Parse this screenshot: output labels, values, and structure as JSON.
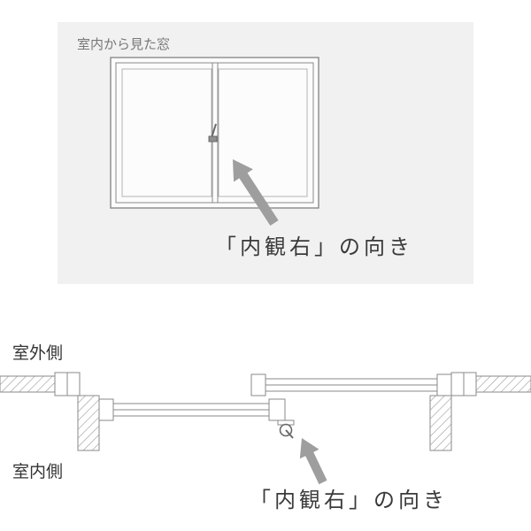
{
  "top_panel": {
    "title": "室内から見た窓",
    "caption": "「内観右」の向き",
    "background": "#f1f1f1"
  },
  "cross_section": {
    "outdoor_label": "室外側",
    "indoor_label": "室内側",
    "caption": "「内観右」の向き"
  },
  "colors": {
    "line": "#8a8a8a",
    "arrow": "#9e9e9e",
    "title_text": "#787878",
    "caption_text": "#3a3a3a",
    "label_text": "#333333",
    "panel_background": "#f1f1f1"
  },
  "icons": {
    "arrow": "pointer-arrow-icon",
    "lock": "crescent-lock-icon"
  }
}
